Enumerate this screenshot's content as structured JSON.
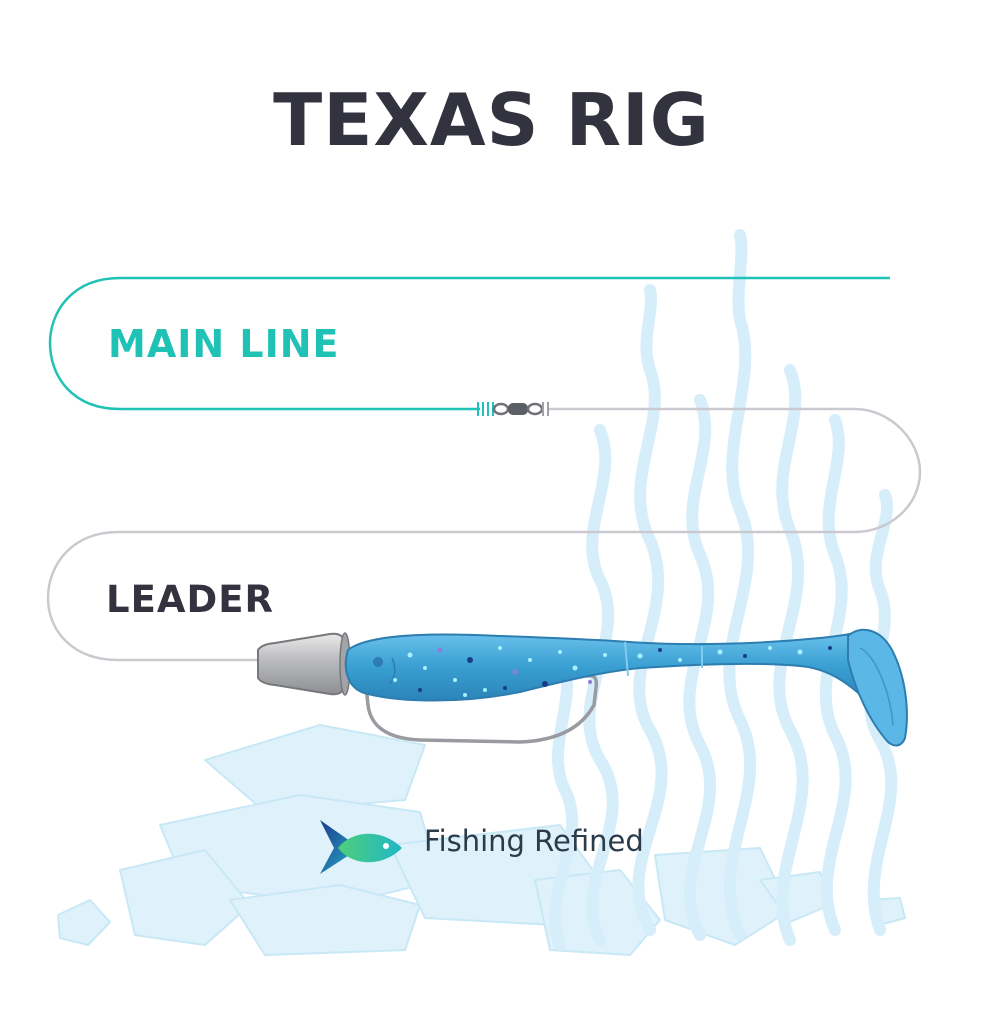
{
  "title": "TEXAS RIG",
  "labels": {
    "main_line": "MAIN LINE",
    "leader": "LEADER"
  },
  "brand": {
    "name": "Fishing Refined",
    "logo_icon": "fish-logo-icon"
  },
  "colors": {
    "title": "#33333f",
    "main_line": "#1fc2b5",
    "leader": "#c9c9cf",
    "lure_body": "#3a9fd2",
    "weed_and_rocks": "#d7eff9"
  }
}
